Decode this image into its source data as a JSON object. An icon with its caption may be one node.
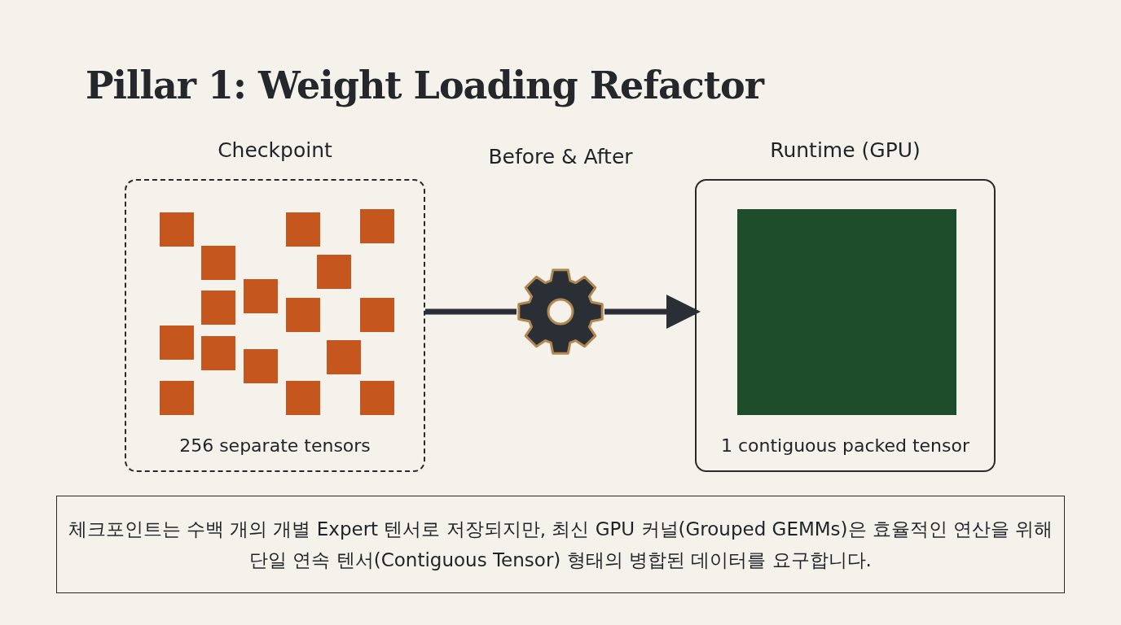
{
  "diagram": {
    "title": "Pillar 1: Weight Loading Refactor",
    "nodes": [
      {
        "text": [
          "Checkpoint",
          "256 separate tensors"
        ]
      },
      {
        "text": [],
        "shape": "gear"
      },
      {
        "text": [
          "Runtime (GPU)",
          "1 contiguous packed tensor"
        ]
      },
      {
        "text": [
          "체크포인트는 수백 개의 개별 Expert 텐서로 저장되지만, 최신 GPU 커널(Grouped GEMMs)은 효율적인 연산을 위해 단일 연속 텐서(Contiguous Tensor) 형태의 병합된 데이터를 요구합니다."
        ]
      }
    ],
    "edges": [
      {
        "from": 0,
        "to": 1,
        "arrow": "none"
      },
      {
        "from": 1,
        "to": 2,
        "arrow": "to"
      }
    ],
    "labels": [
      "Before & After"
    ]
  }
}
